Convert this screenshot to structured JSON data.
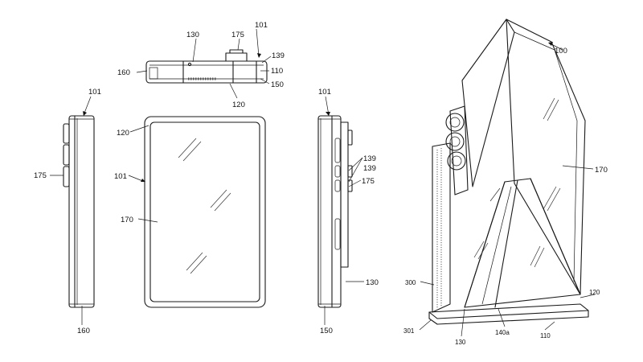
{
  "labels": {
    "top": {
      "r130": "130",
      "r175": "175",
      "r101": "101",
      "r139": "139",
      "r160": "160",
      "r110": "110",
      "r150": "150",
      "r120": "120"
    },
    "left": {
      "r101": "101",
      "r175": "175",
      "r160": "160"
    },
    "front": {
      "r120": "120",
      "r101": "101",
      "r170": "170"
    },
    "right": {
      "r101": "101",
      "r139": "139",
      "r139b": "139",
      "r175": "175",
      "r130": "130",
      "r150": "150"
    },
    "persp": {
      "r100": "100",
      "r170": "170",
      "r300": "300",
      "r120": "120",
      "r301": "301",
      "r130": "130",
      "r140a": "140a",
      "r110": "110"
    }
  }
}
